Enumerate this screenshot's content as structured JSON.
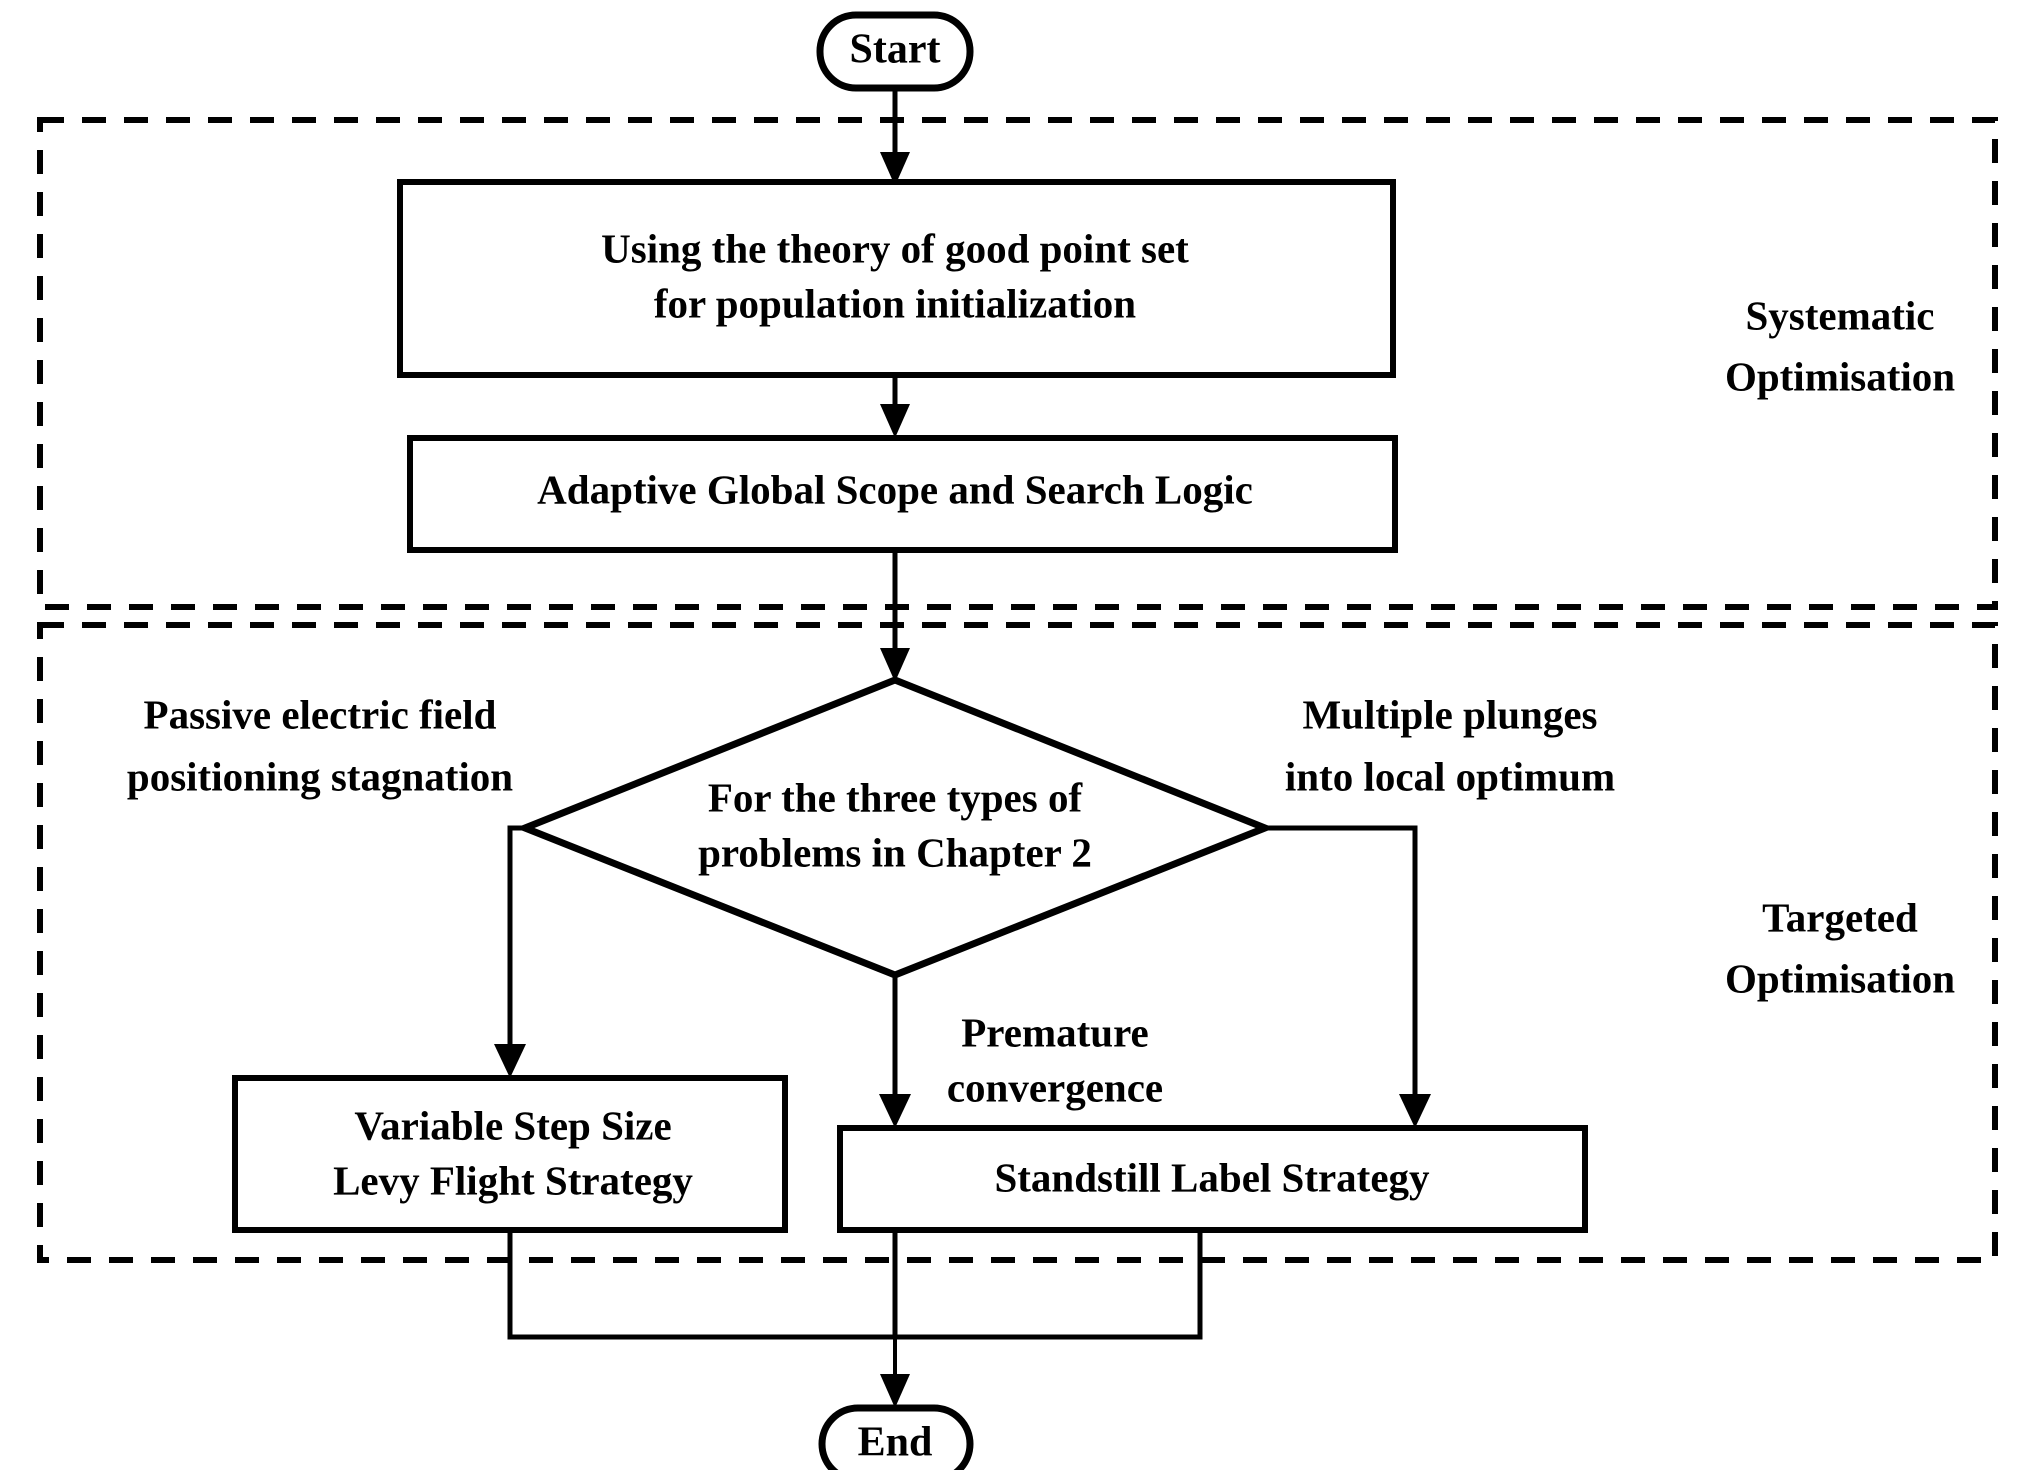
{
  "diagram": {
    "title": "Algorithm improvement strategy flowchart",
    "background_color": "#ffffff",
    "line_color": "#000000",
    "text_color": "#000000"
  },
  "nodes": {
    "start": {
      "label": "Start",
      "shape": "terminator"
    },
    "init": {
      "line1": "Using the theory of good point set",
      "line2": "for population initialization",
      "shape": "process"
    },
    "adaptive": {
      "line1": "Adaptive Global Scope and Search Logic",
      "shape": "process"
    },
    "decision": {
      "line1": "For the three types of",
      "line2": "problems in Chapter 2",
      "shape": "decision"
    },
    "levy": {
      "line1": "Variable Step Size",
      "line2": "Levy Flight Strategy",
      "shape": "process"
    },
    "standstill": {
      "line1": "Standstill Label Strategy",
      "shape": "process"
    },
    "end": {
      "label": "End",
      "shape": "terminator"
    }
  },
  "edge_labels": {
    "left_branch_line1": "Passive electric field",
    "left_branch_line2": "positioning stagnation",
    "right_branch_line1": "Multiple plunges",
    "right_branch_line2": "into local optimum",
    "middle_branch_line1": "Premature",
    "middle_branch_line2": "convergence"
  },
  "groups": {
    "systematic_line1": "Systematic",
    "systematic_line2": "Optimisation",
    "targeted_line1": "Targeted",
    "targeted_line2": "Optimisation"
  }
}
